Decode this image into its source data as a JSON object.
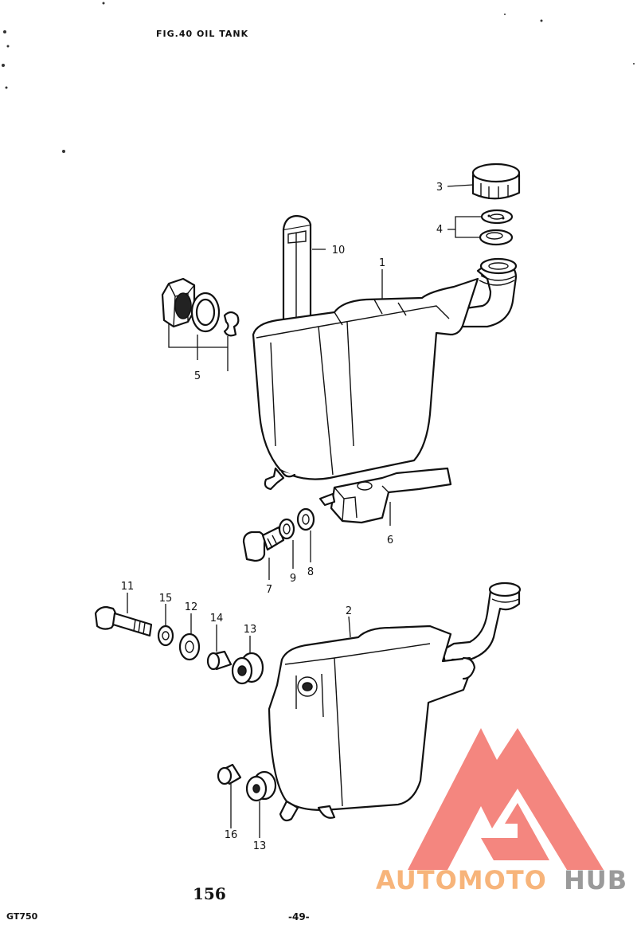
{
  "header": {
    "title": "FIG.40 OIL TANK"
  },
  "footer": {
    "page_number": "156",
    "model": "GT750",
    "sheet": "-49-"
  },
  "watermark": {
    "text_left": "AUTOMOTO",
    "text_right": "HUB",
    "color_primary": "#f37a72",
    "color_text_left": "#f7b47a",
    "color_text_right": "#9a9a9a"
  },
  "callouts": {
    "c1": "1",
    "c2": "2",
    "c3": "3",
    "c4": "4",
    "c5": "5",
    "c6": "6",
    "c7": "7",
    "c8": "8",
    "c9": "9",
    "c10": "10",
    "c11": "11",
    "c12": "12",
    "c13a": "13",
    "c13b": "13",
    "c14": "14",
    "c15": "15",
    "c16": "16"
  }
}
